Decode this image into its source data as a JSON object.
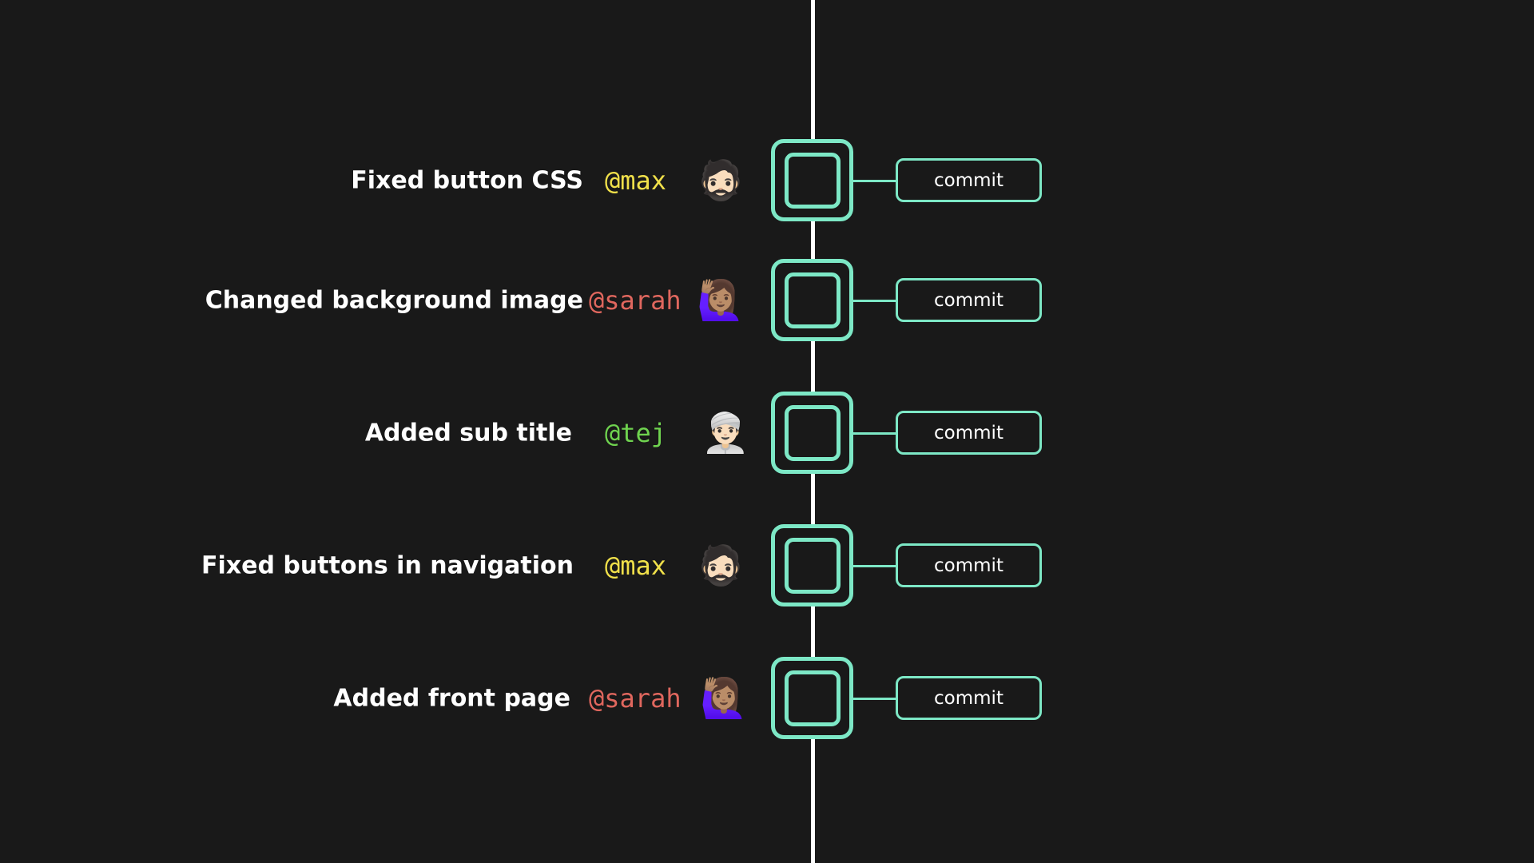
{
  "colors": {
    "background": "#191919",
    "trunk": "#ffffff",
    "node": "#7de8c6",
    "max": "#f0e04a",
    "sarah": "#e0675e",
    "tej": "#6fd34f"
  },
  "commits": [
    {
      "message": "Fixed button CSS",
      "author": "@max",
      "author_color": "#f0e04a",
      "avatar": "🧔🏻",
      "avatar_icon": "bearded-man-emoji-icon",
      "label": "commit"
    },
    {
      "message": "Changed background image",
      "author": "@sarah",
      "author_color": "#e0675e",
      "avatar": "🙋🏽‍♀️",
      "avatar_icon": "woman-raising-hand-emoji-icon",
      "label": "commit"
    },
    {
      "message": "Added sub title",
      "author": "@tej",
      "author_color": "#6fd34f",
      "avatar": "👳🏻‍♂️",
      "avatar_icon": "man-with-turban-emoji-icon",
      "label": "commit"
    },
    {
      "message": "Fixed buttons in navigation",
      "author": "@max",
      "author_color": "#f0e04a",
      "avatar": "🧔🏻",
      "avatar_icon": "bearded-man-emoji-icon",
      "label": "commit"
    },
    {
      "message": "Added front page",
      "author": "@sarah",
      "author_color": "#e0675e",
      "avatar": "🙋🏽‍♀️",
      "avatar_icon": "woman-raising-hand-emoji-icon",
      "label": "commit"
    }
  ]
}
